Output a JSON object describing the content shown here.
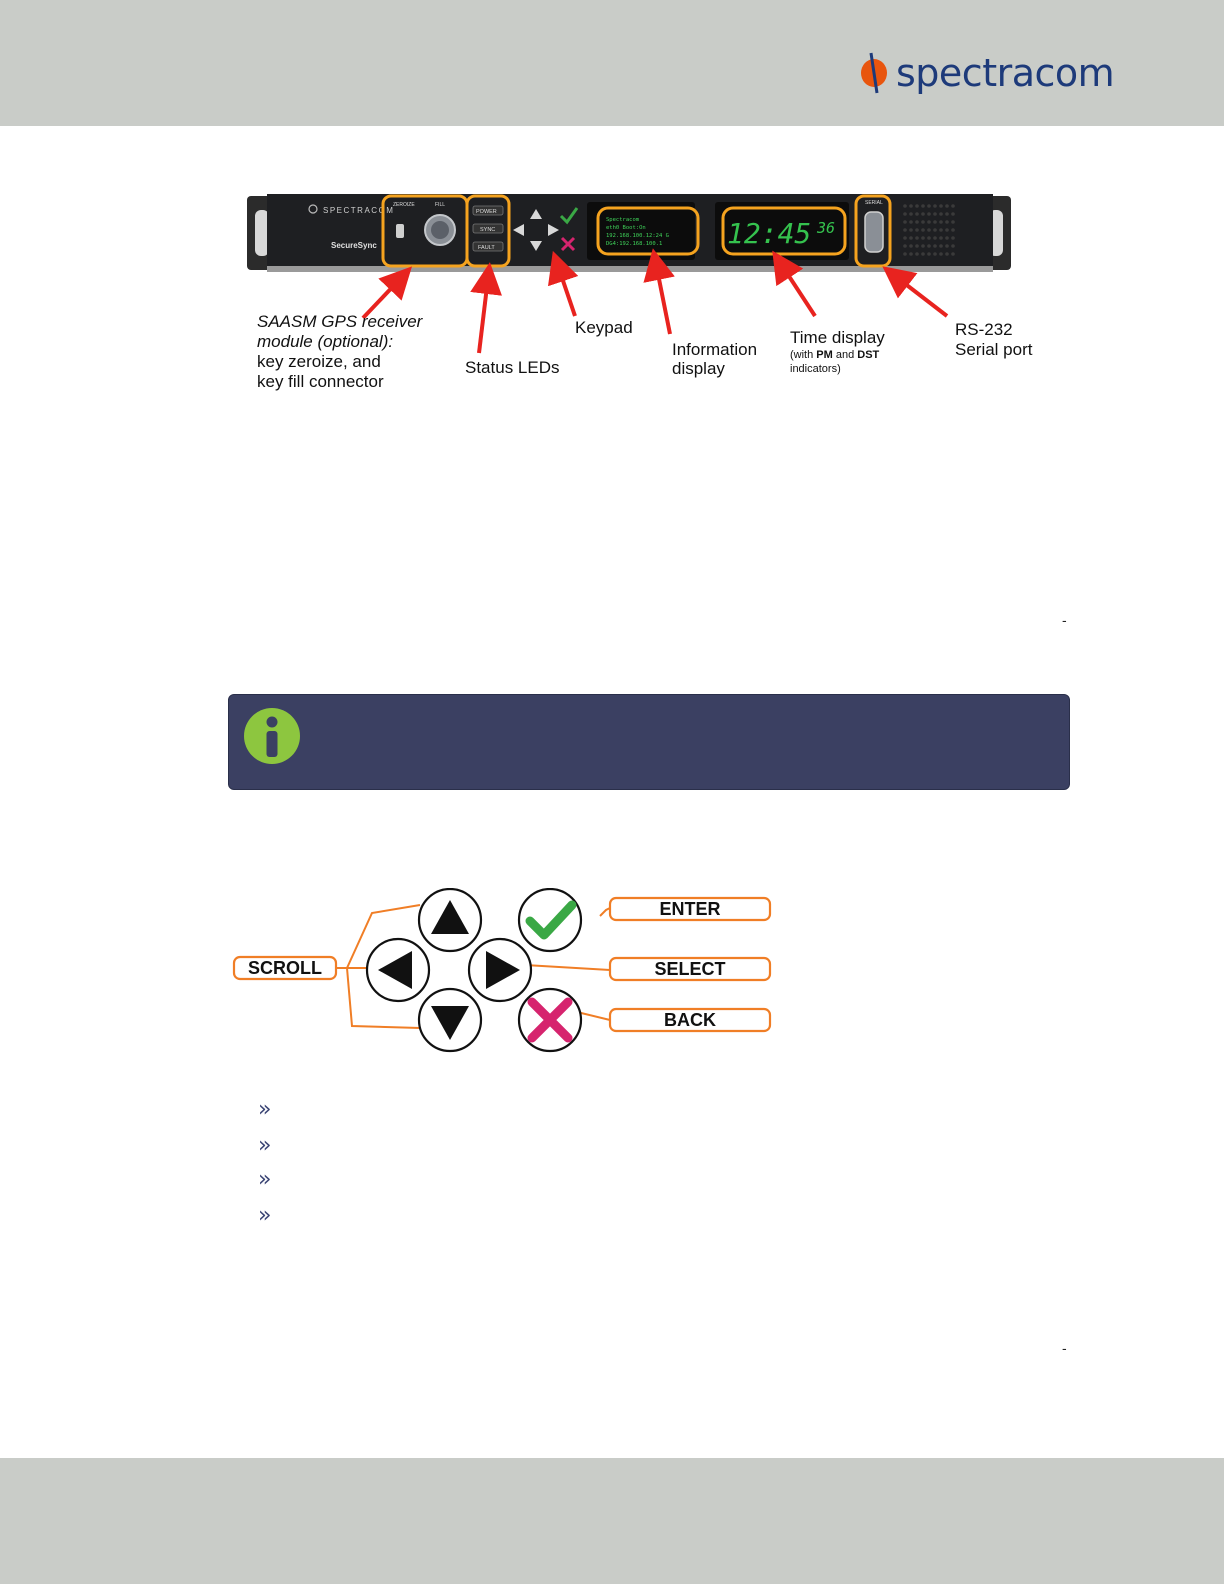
{
  "header": {
    "brand": "spectracom",
    "brand_color": "#1d3a7a",
    "logo_mark_color": "#e8550e"
  },
  "front_panel_figure": {
    "device": {
      "brand": "SPECTRACOM",
      "model": "SecureSync",
      "zeroize_label": "ZEROIZE",
      "fill_label": "FILL",
      "led_labels": [
        "POWER",
        "SYNC",
        "FAULT"
      ],
      "info_display_lines": [
        "Spectracom",
        "eth0  Boot:On",
        "192.168.100.12:24  G",
        "DG4:192.168.100.1"
      ],
      "time_display": "12:45",
      "time_seconds": "36",
      "serial_label": "SERIAL"
    },
    "callouts": {
      "saasm": [
        "SAASM GPS receiver",
        "module (optional):",
        "key zeroize, and",
        "key fill connector"
      ],
      "status_leds": "Status LEDs",
      "keypad": "Keypad",
      "information_display": [
        "Information",
        "display"
      ],
      "time_display_title": "Time display",
      "time_display_note_prefix": "(with ",
      "time_display_note_pm": "PM",
      "time_display_note_and": " and ",
      "time_display_note_dst": "DST",
      "time_display_note_end": "indicators)",
      "rs232": [
        "RS-232",
        "Serial port"
      ]
    }
  },
  "body_marks": {
    "dash_1": "-",
    "dash_2": "-"
  },
  "note_box": {
    "icon": "info-icon",
    "background": "#3b4062",
    "icon_color": "#8dc63f"
  },
  "keypad_figure": {
    "scroll_label": "SCROLL",
    "enter_label": "ENTER",
    "select_label": "SELECT",
    "back_label": "BACK",
    "label_border_color": "#f07e26",
    "check_color": "#3aa845",
    "cross_color": "#d6246e"
  },
  "bullets": [
    "»",
    "»",
    "»",
    "»"
  ]
}
